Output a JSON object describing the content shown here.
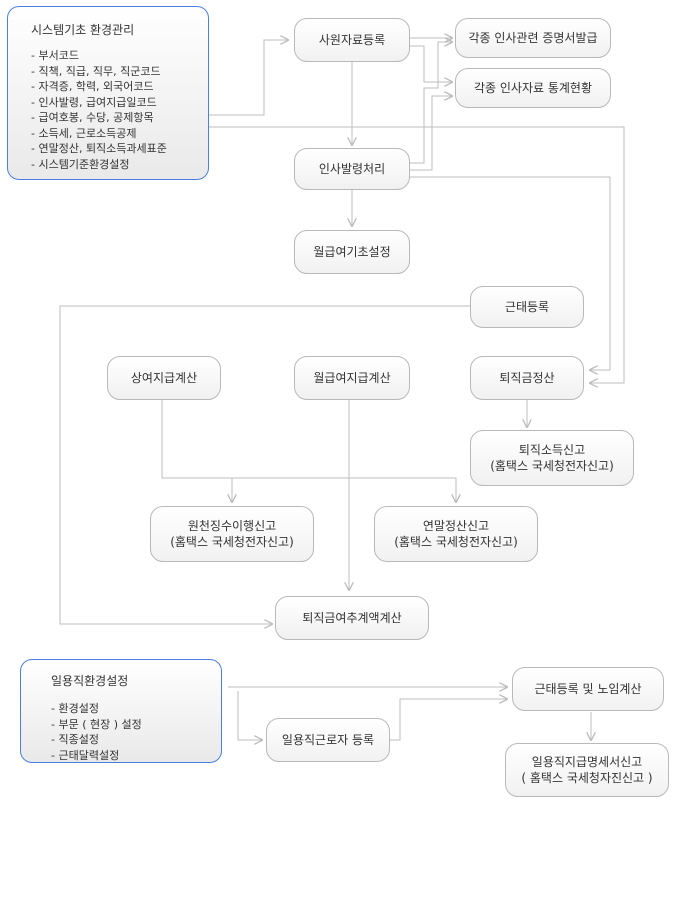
{
  "panels": {
    "system": {
      "title": "시스템기초 환경관리",
      "items": [
        "- 부서코드",
        "- 직책, 직급, 직무, 직군코드",
        "- 자격증, 학력, 외국어코드",
        "- 인사발령, 급여지급일코드",
        "- 급여호봉, 수당, 공제항목",
        "- 소득세, 근로소득공제",
        "- 연말정산, 퇴직소득과세표준",
        "- 시스템기준환경설정"
      ]
    },
    "daily": {
      "title": "일용직환경설정",
      "items": [
        "- 환경설정",
        "- 부문 ( 현장 ) 설정",
        "- 직종설정",
        "- 근태달력설정"
      ]
    }
  },
  "nodes": {
    "employee_register": "사원자료등록",
    "certificate_issue": "각종 인사관련 증명서발급",
    "hr_statistics": "각종 인사자료 통계현황",
    "appointment": "인사발령처리",
    "monthly_salary_basic": "월급여기초설정",
    "attendance": "근태등록",
    "bonus_calc": "상여지급계산",
    "monthly_salary_calc": "월급여지급계산",
    "severance_settlement": "퇴직금정산",
    "retirement_income_report": [
      "퇴직소득신고",
      "(홈택스 국세청전자신고)"
    ],
    "withholding_report": [
      "원천징수이행신고",
      "(홈택스 국세청전자신고)"
    ],
    "year_end_report": [
      "연말정산신고",
      "(홈택스 국세청전자신고)"
    ],
    "severance_estimate": "퇴직금여추계액계산",
    "daily_attendance": "근태등록 및 노임계산",
    "daily_worker_register": "일용직근로자 등록",
    "daily_payment_report": [
      "일용직지급명세서신고",
      "( 홈택스 국세청자진신고 )"
    ]
  },
  "colors": {
    "panel_border": "#4a7fe0",
    "node_border": "#b9b9b9",
    "edge": "#bdbdbd"
  }
}
